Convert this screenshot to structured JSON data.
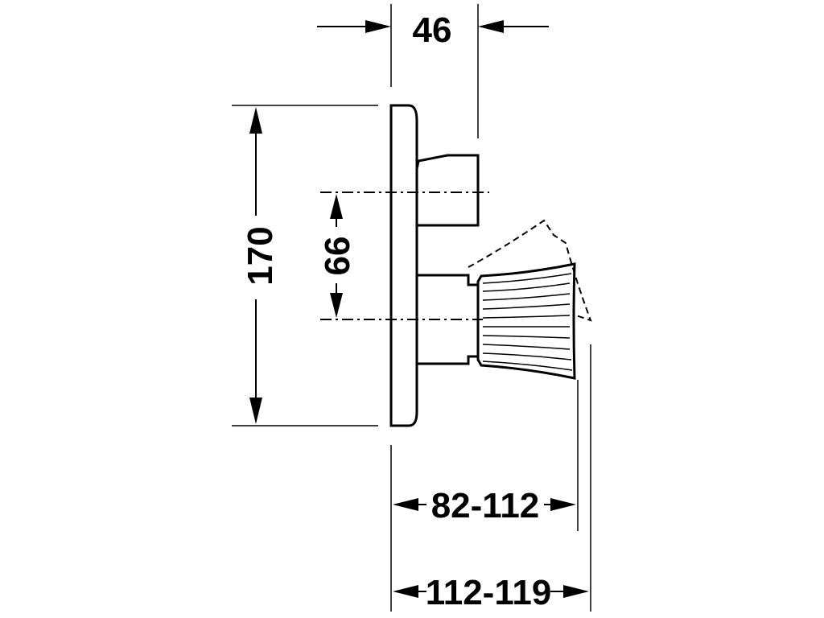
{
  "dimensions": {
    "top_depth": "46",
    "overall_height": "170",
    "axis_offset": "66",
    "projection_range": "82-112",
    "total_range": "112-119"
  }
}
